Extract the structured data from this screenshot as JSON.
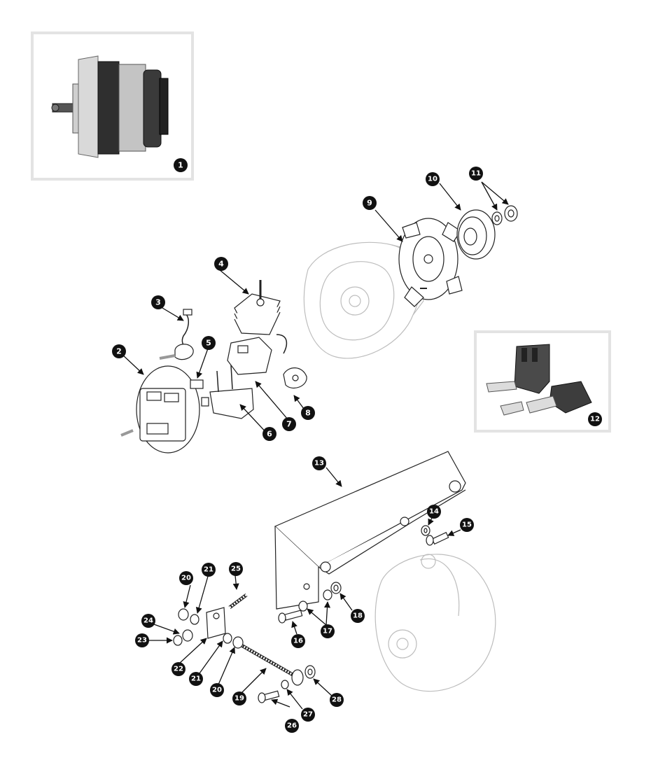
{
  "diagram": {
    "colors": {
      "callout_fill": "#111111",
      "callout_text": "#ffffff",
      "frame_border": "#e3e3e3",
      "ghost_line": "#bdbdbd"
    },
    "callouts": {
      "c1": "1",
      "c2": "2",
      "c3": "3",
      "c4": "4",
      "c5": "5",
      "c6": "6",
      "c7": "7",
      "c8": "8",
      "c9": "9",
      "c10": "10",
      "c11": "11",
      "c12": "12",
      "c13": "13",
      "c14": "14",
      "c15": "15",
      "c16": "16",
      "c17": "17",
      "c18": "18",
      "c19": "19",
      "c20a": "20",
      "c20b": "20",
      "c21a": "21",
      "c21b": "21",
      "c22": "22",
      "c23": "23",
      "c24": "24",
      "c25": "25",
      "c26": "26",
      "c27": "27",
      "c28": "28"
    }
  }
}
